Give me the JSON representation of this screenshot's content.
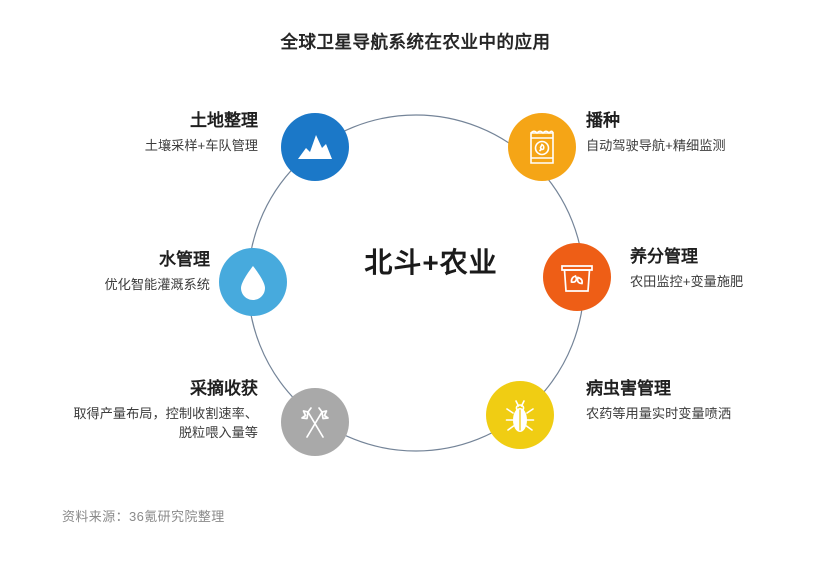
{
  "header": {
    "title": "全球卫星导航系统在农业中的应用"
  },
  "center": {
    "label": "北斗+农业"
  },
  "footer": {
    "source": "资料来源：36氪研究院整理"
  },
  "colors": {
    "land": "#1B78C8",
    "seeding": "#F5A516",
    "nutrient": "#EE5E16",
    "pest": "#F0CD13",
    "harvest": "#A9A9A9",
    "water": "#47AADD",
    "ring": "#5C6E86",
    "title_text": "#262626",
    "source_text": "#8a8a8a"
  },
  "chart_data": {
    "type": "diagram",
    "title": "全球卫星导航系统在农业中的应用",
    "center_label": "北斗+农业",
    "layout": "radial-cycle",
    "node_count": 6,
    "nodes": [
      {
        "id": "land",
        "title": "土地整理",
        "desc": "土壤采样+车队管理",
        "icon": "mountain-icon",
        "color": "#1B78C8",
        "position": "top-left",
        "angle_deg": 300
      },
      {
        "id": "seeding",
        "title": "播种",
        "desc": "自动驾驶导航+精细监测",
        "icon": "seed-packet-icon",
        "color": "#F5A516",
        "position": "top-right",
        "angle_deg": 240
      },
      {
        "id": "nutrient",
        "title": "养分管理",
        "desc": "农田监控+变量施肥",
        "icon": "fertilizer-bucket-icon",
        "color": "#EE5E16",
        "position": "right",
        "angle_deg": 180
      },
      {
        "id": "pest",
        "title": "病虫害管理",
        "desc": "农药等用量实时变量喷洒",
        "icon": "beetle-icon",
        "color": "#F0CD13",
        "position": "bottom-right",
        "angle_deg": 120
      },
      {
        "id": "harvest",
        "title": "采摘收获",
        "desc": "取得产量布局，控制收割速率、\n脱粒喂入量等",
        "icon": "crossed-sickles-icon",
        "color": "#A9A9A9",
        "position": "bottom-left",
        "angle_deg": 60
      },
      {
        "id": "water",
        "title": "水管理",
        "desc": "优化智能灌溉系统",
        "icon": "water-drop-icon",
        "color": "#47AADD",
        "position": "left",
        "angle_deg": 0
      }
    ],
    "source": "资料来源：36氪研究院整理"
  }
}
